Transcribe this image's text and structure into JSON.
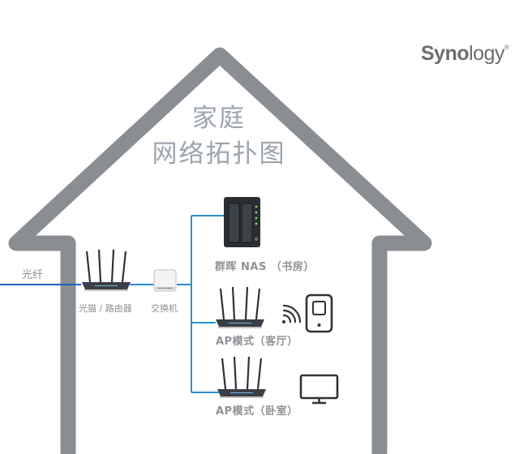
{
  "brand": {
    "logo_bold": "Syno",
    "logo_rest": "logy",
    "logo_mark": "®"
  },
  "title": {
    "line1": "家庭",
    "line2": "网络拓扑图"
  },
  "labels": {
    "fiber": "光纤",
    "modem_router": "光猫 / 路由器",
    "switch": "交换机",
    "nas": "群晖 NAS （书房）",
    "ap_living": "AP模式（客厅）",
    "ap_bedroom": "AP模式（卧室）"
  },
  "colors": {
    "house": "#8a8e93",
    "link": "#2a8fd0",
    "fiber": "#1f5fc4",
    "text": "#8c8f93"
  },
  "icons": [
    "router-icon",
    "switch-icon",
    "nas-icon",
    "wifi-icon",
    "phone-icon",
    "monitor-icon"
  ]
}
